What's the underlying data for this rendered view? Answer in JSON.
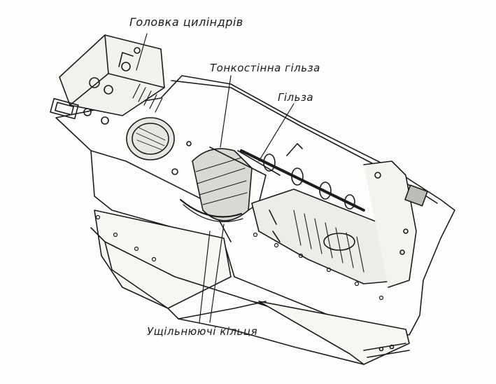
{
  "labels": {
    "cylinder_head": "Головка циліндрів",
    "thin_wall_sleeve": "Тонкостінна гільза",
    "sleeve": "Гільза",
    "sealing_rings": "Ущільнюючі кільця"
  }
}
